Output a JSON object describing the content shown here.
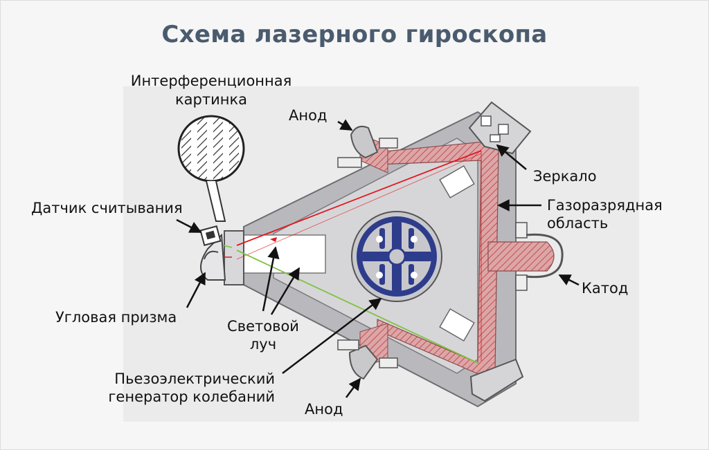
{
  "title": "Схема лазерного гироскопа",
  "labels": {
    "interference_1": "Интерференционная",
    "interference_2": "картинка",
    "anode_top": "Анод",
    "mirror": "Зеркало",
    "gas_1": "Газоразрядная",
    "gas_2": "область",
    "sensor": "Датчик считывания",
    "cathode": "Катод",
    "prism": "Угловая призма",
    "beam_1": "Световой",
    "beam_2": "луч",
    "piezo_1": "Пьезоэлектрический",
    "piezo_2": "генератор колебаний",
    "anode_bottom": "Анод"
  },
  "colors": {
    "title": "#4b5b6e",
    "body": "#b9b9bd",
    "gas": "#d9a3a6",
    "hatch": "#c0504d",
    "piezo": "#2e3c8c",
    "beam_red": "#e0191f",
    "beam_green": "#7fc241"
  }
}
